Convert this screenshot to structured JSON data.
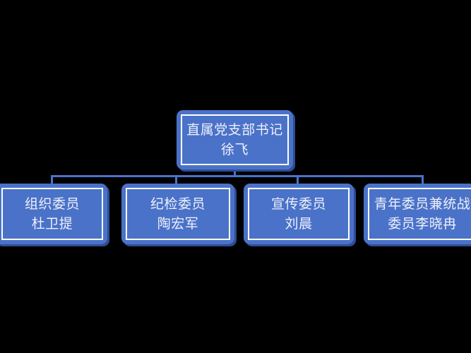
{
  "chart_data": {
    "type": "diagram",
    "diagram_type": "organization-chart",
    "title": "",
    "background_color": "#000000",
    "node_fill_color": "#4a72c8",
    "node_border_color": "#ffffff",
    "node_shadow_color": "#2f4d96",
    "text_color": "#eef0fb",
    "connector_color": "#4a72c8",
    "orientation": "top-down",
    "levels": 2,
    "root": {
      "title": "直属党支部书记",
      "name": "徐飞",
      "lines": [
        "直属党支部书记",
        "徐飞"
      ]
    },
    "children": [
      {
        "title": "组织委员",
        "name": "杜卫提",
        "lines": [
          "组织委员",
          "杜卫提"
        ]
      },
      {
        "title": "纪检委员",
        "name": "陶宏军",
        "lines": [
          "纪检委员",
          "陶宏军"
        ]
      },
      {
        "title": "宣传委员",
        "name": "刘晨",
        "lines": [
          "宣传委员",
          "刘晨"
        ]
      },
      {
        "title": "青年委员兼统战委员",
        "name": "李晓冉",
        "lines": [
          "青年委员兼统战战",
          "委员李晓冉"
        ]
      }
    ]
  },
  "nodes": {
    "root": {
      "line1": "直属党支部书记",
      "line2": "徐飞"
    },
    "child_0": {
      "line1": "组织委员",
      "line2": "杜卫提"
    },
    "child_1": {
      "line1": "纪检委员",
      "line2": "陶宏军"
    },
    "child_2": {
      "line1": "宣传委员",
      "line2": "刘晨"
    },
    "child_3": {
      "line1": "青年委员兼统战",
      "line2": "委员李晓冉"
    }
  }
}
